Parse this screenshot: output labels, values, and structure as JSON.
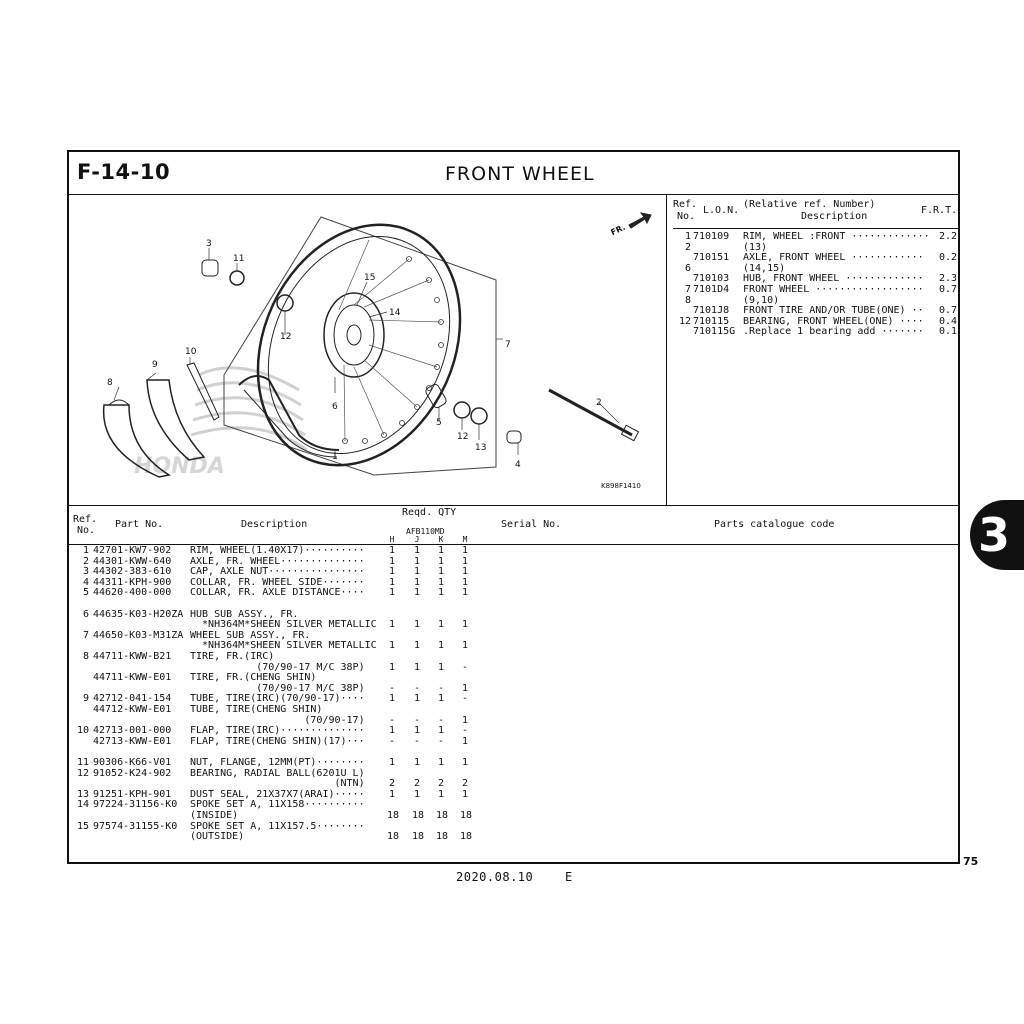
{
  "header": {
    "figure_number": "F-14-10",
    "title": "FRONT  WHEEL"
  },
  "diagram": {
    "code": "K898F1410",
    "direction_label": "FR.",
    "callouts": [
      "1",
      "2",
      "3",
      "4",
      "5",
      "6",
      "7",
      "8",
      "9",
      "10",
      "11",
      "12",
      "13",
      "14",
      "15"
    ],
    "brand_watermark": "HONDA"
  },
  "ref_panel": {
    "headers": {
      "ref": "Ref.",
      "no": "No.",
      "lon": "L.O.N.",
      "relative": "(Relative ref. Number)",
      "description": "Description",
      "frt": "F.R.T."
    },
    "rows": [
      {
        "ref": "1",
        "lon": "710109",
        "desc": "RIM, WHEEL :FRONT ·············",
        "frt": "2.2"
      },
      {
        "ref": "2",
        "lon": "",
        "desc": "(13)",
        "frt": ""
      },
      {
        "ref": "",
        "lon": "710151",
        "desc": "AXLE, FRONT WHEEL ············",
        "frt": "0.2"
      },
      {
        "ref": "6",
        "lon": "",
        "desc": "(14,15)",
        "frt": ""
      },
      {
        "ref": "",
        "lon": "710103",
        "desc": "HUB, FRONT WHEEL ·············",
        "frt": "2.3"
      },
      {
        "ref": "7",
        "lon": "7101D4",
        "desc": "FRONT WHEEL ··················",
        "frt": "0.7"
      },
      {
        "ref": "8",
        "lon": "",
        "desc": "(9,10)",
        "frt": ""
      },
      {
        "ref": "",
        "lon": "7101J8",
        "desc": "FRONT TIRE AND/OR TUBE(ONE) ··",
        "frt": "0.7"
      },
      {
        "ref": "12",
        "lon": "710115",
        "desc": "BEARING, FRONT WHEEL(ONE) ····",
        "frt": "0.4"
      },
      {
        "ref": "",
        "lon": "710115G",
        "desc": ".Replace 1 bearing add ·······",
        "frt": "0.1"
      }
    ]
  },
  "parts_table": {
    "headers": {
      "ref": "Ref.",
      "no": "No.",
      "part_no": "Part No.",
      "description": "Description",
      "reqd_qty": "Reqd. QTY",
      "model": "AFB110MD",
      "cols": [
        "H",
        "J",
        "K",
        "M"
      ],
      "serial_no": "Serial No.",
      "catalogue_code": "Parts catalogue code"
    },
    "rows": [
      {
        "ref": "1",
        "part": "42701-KW7-902",
        "desc": "RIM, WHEEL(1.40X17)··········",
        "h": "1",
        "j": "1",
        "k": "1",
        "m": "1"
      },
      {
        "ref": "2",
        "part": "44301-KWW-640",
        "desc": "AXLE, FR. WHEEL··············",
        "h": "1",
        "j": "1",
        "k": "1",
        "m": "1"
      },
      {
        "ref": "3",
        "part": "44302-383-610",
        "desc": "CAP, AXLE NUT················",
        "h": "1",
        "j": "1",
        "k": "1",
        "m": "1"
      },
      {
        "ref": "4",
        "part": "44311-KPH-900",
        "desc": "COLLAR, FR. WHEEL SIDE·······",
        "h": "1",
        "j": "1",
        "k": "1",
        "m": "1"
      },
      {
        "ref": "5",
        "part": "44620-400-000",
        "desc": "COLLAR, FR. AXLE DISTANCE····",
        "h": "1",
        "j": "1",
        "k": "1",
        "m": "1"
      },
      {
        "ref": "",
        "part": "",
        "desc": "",
        "h": "",
        "j": "",
        "k": "",
        "m": ""
      },
      {
        "ref": "6",
        "part": "44635-K03-H20ZA",
        "desc": "HUB SUB ASSY., FR.",
        "h": "",
        "j": "",
        "k": "",
        "m": ""
      },
      {
        "ref": "",
        "part": "",
        "desc": "  *NH364M*SHEEN SILVER METALLIC",
        "h": "1",
        "j": "1",
        "k": "1",
        "m": "1"
      },
      {
        "ref": "7",
        "part": "44650-K03-M31ZA",
        "desc": "WHEEL SUB ASSY., FR.",
        "h": "",
        "j": "",
        "k": "",
        "m": ""
      },
      {
        "ref": "",
        "part": "",
        "desc": "  *NH364M*SHEEN SILVER METALLIC",
        "h": "1",
        "j": "1",
        "k": "1",
        "m": "1"
      },
      {
        "ref": "8",
        "part": "44711-KWW-B21",
        "desc": "TIRE, FR.(IRC)",
        "h": "",
        "j": "",
        "k": "",
        "m": ""
      },
      {
        "ref": "",
        "part": "",
        "desc": "           (70/90-17 M/C 38P)",
        "h": "1",
        "j": "1",
        "k": "1",
        "m": "-"
      },
      {
        "ref": "",
        "part": "44711-KWW-E01",
        "desc": "TIRE, FR.(CHENG SHIN)",
        "h": "",
        "j": "",
        "k": "",
        "m": ""
      },
      {
        "ref": "",
        "part": "",
        "desc": "           (70/90-17 M/C 38P)",
        "h": "-",
        "j": "-",
        "k": "-",
        "m": "1"
      },
      {
        "ref": "9",
        "part": "42712-041-154",
        "desc": "TUBE, TIRE(IRC)(70/90-17)····",
        "h": "1",
        "j": "1",
        "k": "1",
        "m": "-"
      },
      {
        "ref": "",
        "part": "44712-KWW-E01",
        "desc": "TUBE, TIRE(CHENG SHIN)",
        "h": "",
        "j": "",
        "k": "",
        "m": ""
      },
      {
        "ref": "",
        "part": "",
        "desc": "                   (70/90-17)",
        "h": "-",
        "j": "-",
        "k": "-",
        "m": "1"
      },
      {
        "ref": "10",
        "part": "42713-001-000",
        "desc": "FLAP, TIRE(IRC)··············",
        "h": "1",
        "j": "1",
        "k": "1",
        "m": "-"
      },
      {
        "ref": "",
        "part": "42713-KWW-E01",
        "desc": "FLAP, TIRE(CHENG SHIN)(17)···",
        "h": "-",
        "j": "-",
        "k": "-",
        "m": "1"
      },
      {
        "ref": "",
        "part": "",
        "desc": "",
        "h": "",
        "j": "",
        "k": "",
        "m": ""
      },
      {
        "ref": "11",
        "part": "90306-K66-V01",
        "desc": "NUT, FLANGE, 12MM(PT)········",
        "h": "1",
        "j": "1",
        "k": "1",
        "m": "1"
      },
      {
        "ref": "12",
        "part": "91052-K24-902",
        "desc": "BEARING, RADIAL BALL(6201U L)",
        "h": "",
        "j": "",
        "k": "",
        "m": ""
      },
      {
        "ref": "",
        "part": "",
        "desc": "                        (NTN)",
        "h": "2",
        "j": "2",
        "k": "2",
        "m": "2"
      },
      {
        "ref": "13",
        "part": "91251-KPH-901",
        "desc": "DUST SEAL, 21X37X7(ARAI)·····",
        "h": "1",
        "j": "1",
        "k": "1",
        "m": "1"
      },
      {
        "ref": "14",
        "part": "97224-31156-K0",
        "desc": "SPOKE SET A, 11X158··········",
        "h": "",
        "j": "",
        "k": "",
        "m": ""
      },
      {
        "ref": "",
        "part": "",
        "desc": "(INSIDE)",
        "h": "18",
        "j": "18",
        "k": "18",
        "m": "18"
      },
      {
        "ref": "15",
        "part": "97574-31155-K0",
        "desc": "SPOKE SET A, 11X157.5········",
        "h": "",
        "j": "",
        "k": "",
        "m": ""
      },
      {
        "ref": "",
        "part": "",
        "desc": "(OUTSIDE)",
        "h": "18",
        "j": "18",
        "k": "18",
        "m": "18"
      }
    ]
  },
  "page": {
    "number": "75",
    "section_tab": "3",
    "date": "2020.08.10",
    "edition": "E"
  }
}
